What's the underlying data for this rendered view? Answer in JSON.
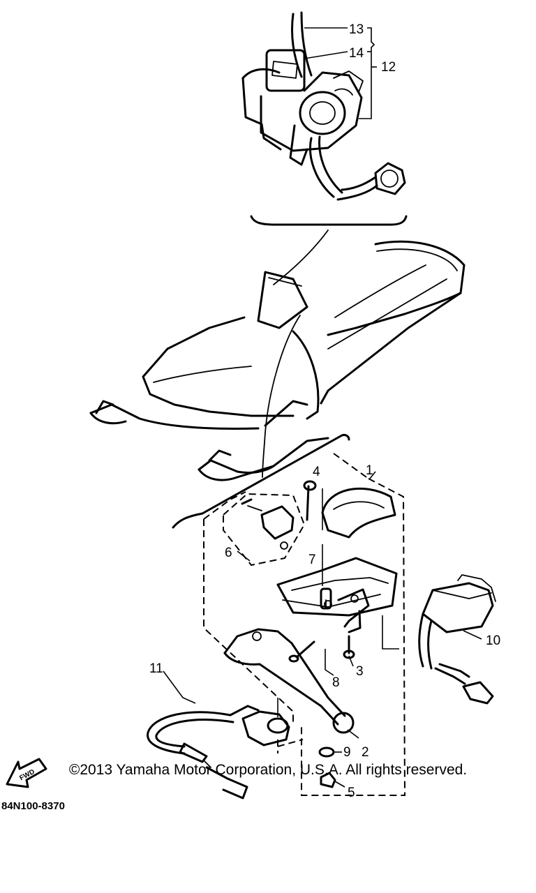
{
  "labels": {
    "c1": "1",
    "c2": "2",
    "c3": "3",
    "c4": "4",
    "c5": "5",
    "c6": "6",
    "c7": "7",
    "c8": "8",
    "c9": "9",
    "c10": "10",
    "c11": "11",
    "c12": "12",
    "c13": "13",
    "c14": "14"
  },
  "fwd_label": "FWD",
  "diagram_code": "84N100-8370",
  "copyright": "©2013 Yamaha Motor Corporation, U.S.A. All rights reserved."
}
